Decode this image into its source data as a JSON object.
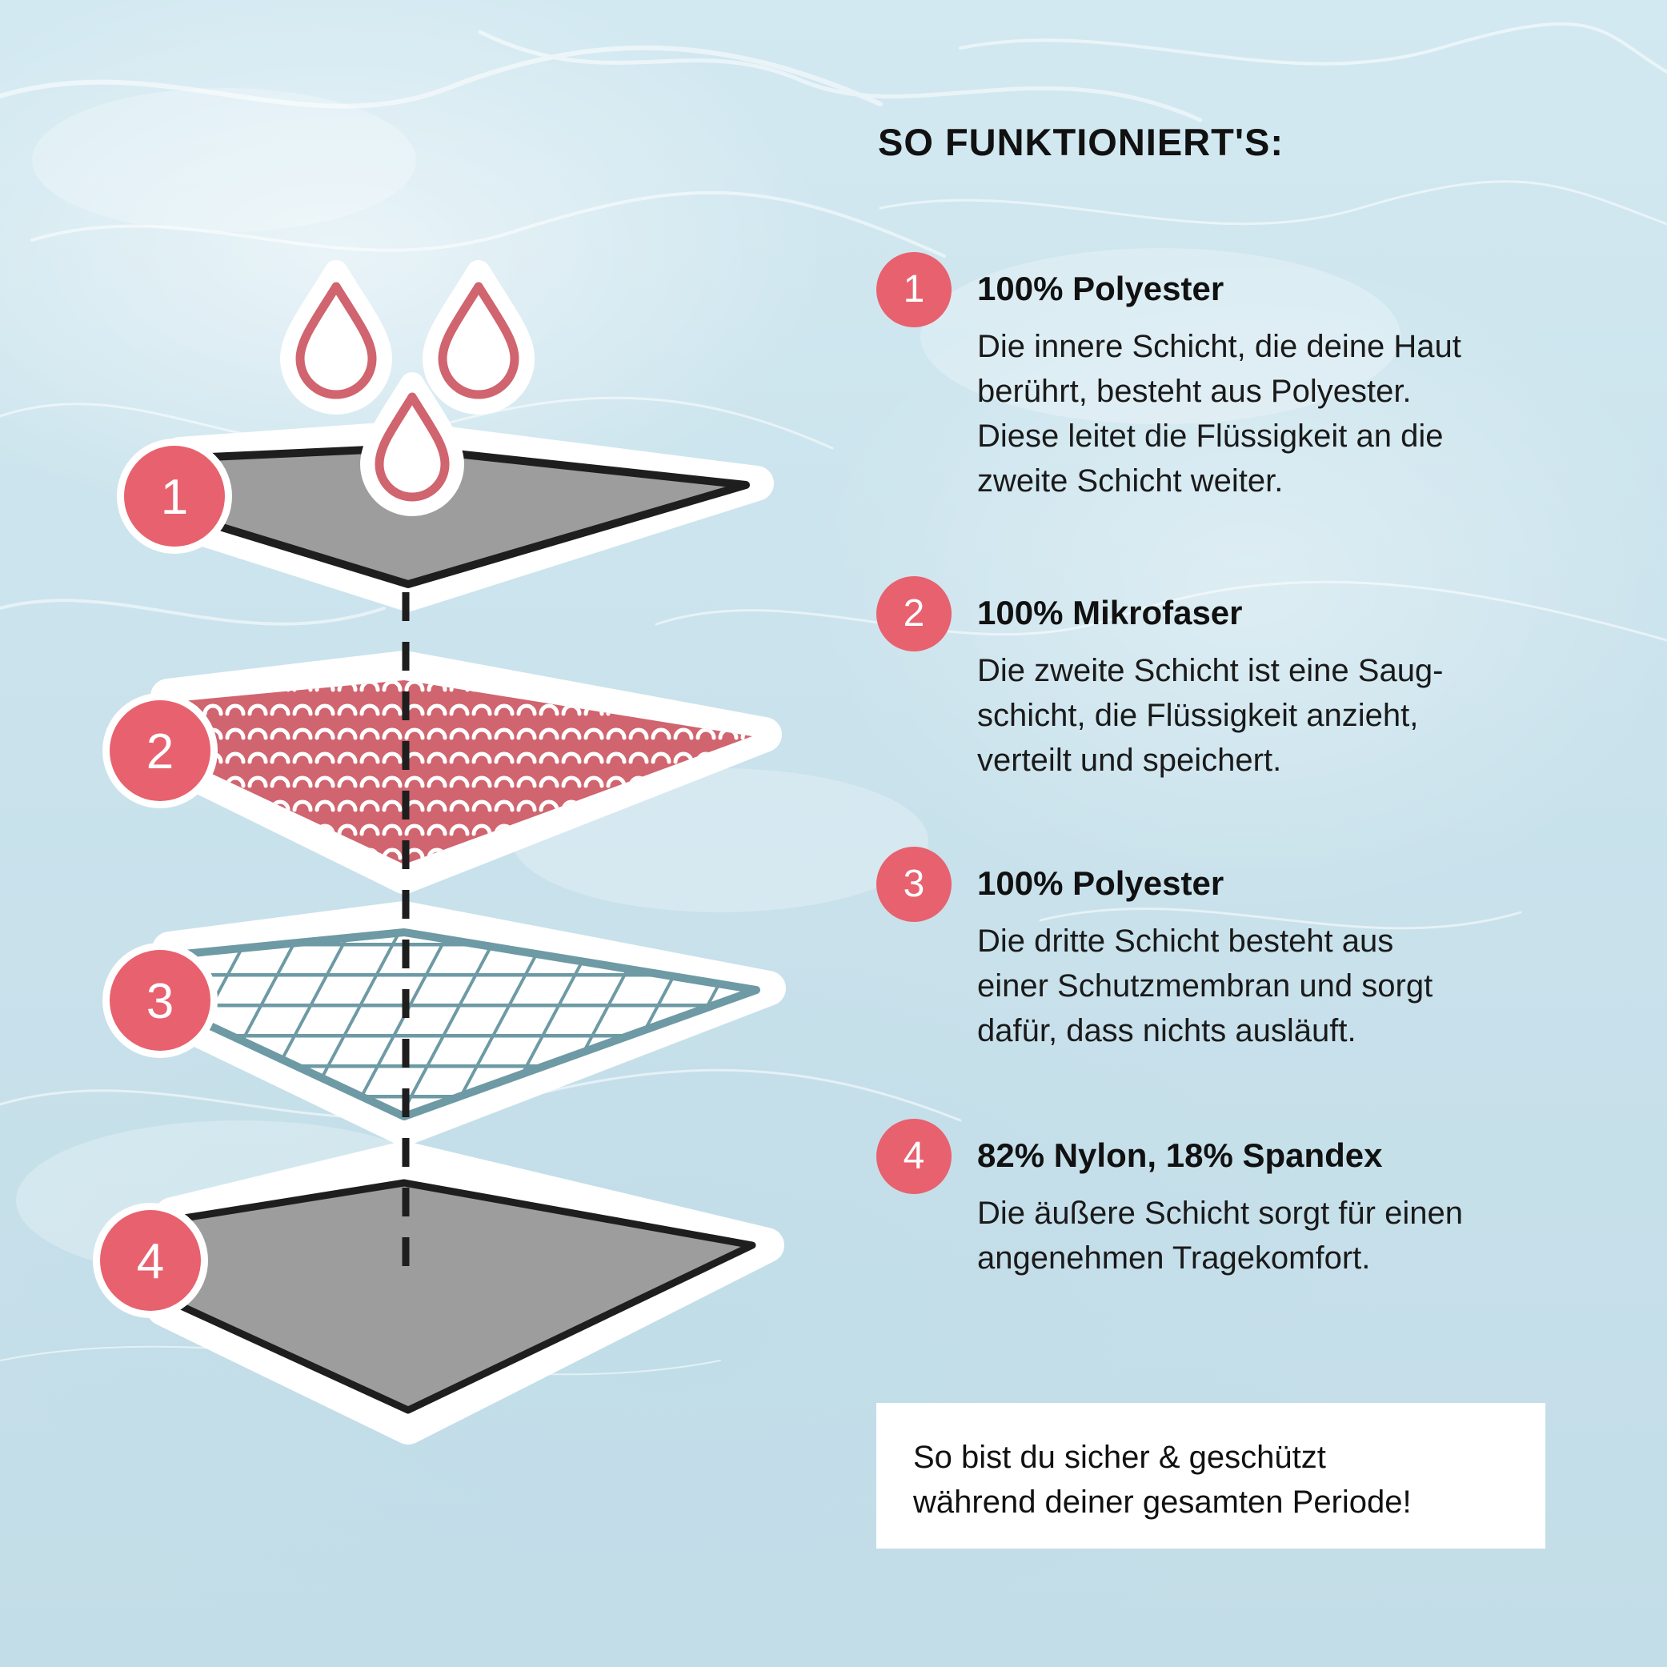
{
  "heading": "SO FUNKTIONIERT'S:",
  "steps": [
    {
      "number": "1",
      "title": "100% Polyester",
      "lines": [
        "Die innere Schicht, die deine Haut",
        "berührt, besteht aus Polyester.",
        "Diese leitet die Flüssigkeit an die",
        "zweite Schicht weiter."
      ]
    },
    {
      "number": "2",
      "title": "100% Mikrofaser",
      "lines": [
        "Die zweite Schicht ist eine Saug-",
        "schicht, die Flüssigkeit anzieht,",
        "verteilt und speichert."
      ]
    },
    {
      "number": "3",
      "title": "100% Polyester",
      "lines": [
        "Die dritte Schicht besteht aus",
        "einer Schutzmembran und sorgt",
        "dafür, dass nichts ausläuft."
      ]
    },
    {
      "number": "4",
      "title": "82% Nylon, 18% Spandex",
      "lines": [
        "Die äußere Schicht sorgt für einen",
        "angenehmen Tragekomfort."
      ]
    }
  ],
  "callout": {
    "lines": [
      "So bist du sicher & geschützt",
      "während deiner gesamten Periode!"
    ]
  },
  "illustration": {
    "layer_labels": [
      "1",
      "2",
      "3",
      "4"
    ],
    "icons": [
      "drop-icon",
      "drop-icon",
      "drop-icon"
    ]
  },
  "colors": {
    "accent": "#e8616e",
    "drop_outline": "#d0646f",
    "dotted_layer": "#d0646f",
    "grid_layer": "#6d9aa4",
    "solid_layer": "#9d9d9d",
    "outline": "#1e1e1e",
    "background": "#cfe6ef"
  }
}
